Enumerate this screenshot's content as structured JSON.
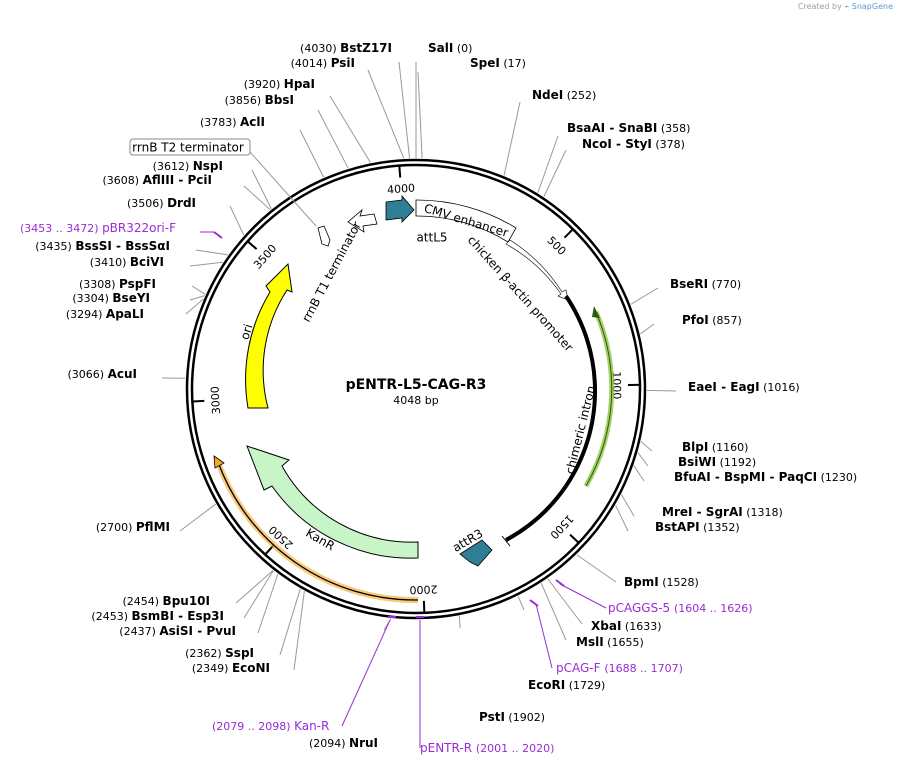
{
  "credit": {
    "prefix": "Created by",
    "brand": "SnapGene"
  },
  "plasmid": {
    "name": "pENTR-L5-CAG-R3",
    "size_label": "4048 bp",
    "length": 4048
  },
  "ticks": [
    "500",
    "1000",
    "1500",
    "2000",
    "2500",
    "3000",
    "3500",
    "4000"
  ],
  "enzymes": [
    {
      "pos": "(4030)",
      "names": [
        "BstZ17I"
      ]
    },
    {
      "pos": "(0)",
      "names": [
        "SalI"
      ]
    },
    {
      "pos": "(4014)",
      "names": [
        "PsiI"
      ]
    },
    {
      "pos": "(17)",
      "names": [
        "SpeI"
      ]
    },
    {
      "pos": "(3920)",
      "names": [
        "HpaI"
      ]
    },
    {
      "pos": "(3856)",
      "names": [
        "BbsI"
      ]
    },
    {
      "pos": "(252)",
      "names": [
        "NdeI"
      ]
    },
    {
      "pos": "(3783)",
      "names": [
        "AclI"
      ]
    },
    {
      "pos": "(358)",
      "names": [
        "BsaAI",
        "SnaBI"
      ]
    },
    {
      "pos": "(378)",
      "names": [
        "NcoI",
        "StyI"
      ]
    },
    {
      "pos": "(3612)",
      "names": [
        "NspI"
      ]
    },
    {
      "pos": "(3608)",
      "names": [
        "AflIII",
        "PciI"
      ]
    },
    {
      "pos": "(3506)",
      "names": [
        "DrdI"
      ]
    },
    {
      "pos": "(3435)",
      "names": [
        "BssSI",
        "BssSαI"
      ]
    },
    {
      "pos": "(3410)",
      "names": [
        "BciVI"
      ]
    },
    {
      "pos": "(3308)",
      "names": [
        "PspFI"
      ]
    },
    {
      "pos": "(3304)",
      "names": [
        "BseYI"
      ]
    },
    {
      "pos": "(3294)",
      "names": [
        "ApaLI"
      ]
    },
    {
      "pos": "(770)",
      "names": [
        "BseRI"
      ]
    },
    {
      "pos": "(857)",
      "names": [
        "PfoI"
      ]
    },
    {
      "pos": "(3066)",
      "names": [
        "AcuI"
      ]
    },
    {
      "pos": "(1016)",
      "names": [
        "EaeI",
        "EagI"
      ]
    },
    {
      "pos": "(1160)",
      "names": [
        "BlpI"
      ]
    },
    {
      "pos": "(1192)",
      "names": [
        "BsiWI"
      ]
    },
    {
      "pos": "(1230)",
      "names": [
        "BfuAI",
        "BspMI",
        "PaqCI"
      ]
    },
    {
      "pos": "(1318)",
      "names": [
        "MreI",
        "SgrAI"
      ]
    },
    {
      "pos": "(1352)",
      "names": [
        "BstAPI"
      ]
    },
    {
      "pos": "(2700)",
      "names": [
        "PflMI"
      ]
    },
    {
      "pos": "(1528)",
      "names": [
        "BpmI"
      ]
    },
    {
      "pos": "(2454)",
      "names": [
        "Bpu10I"
      ]
    },
    {
      "pos": "(2453)",
      "names": [
        "BsmBI",
        "Esp3I"
      ]
    },
    {
      "pos": "(2437)",
      "names": [
        "AsiSI",
        "PvuI"
      ]
    },
    {
      "pos": "(1633)",
      "names": [
        "XbaI"
      ]
    },
    {
      "pos": "(1655)",
      "names": [
        "MslI"
      ]
    },
    {
      "pos": "(2362)",
      "names": [
        "SspI"
      ]
    },
    {
      "pos": "(2349)",
      "names": [
        "EcoNI"
      ]
    },
    {
      "pos": "(1729)",
      "names": [
        "EcoRI"
      ]
    },
    {
      "pos": "(1902)",
      "names": [
        "PstI"
      ]
    },
    {
      "pos": "(2094)",
      "names": [
        "NruI"
      ]
    }
  ],
  "primers": [
    {
      "name": "pBR322ori-F",
      "range": "(3453 .. 3472)"
    },
    {
      "name": "pCAGGS-5",
      "range": "(1604 .. 1626)"
    },
    {
      "name": "pCAG-F",
      "range": "(1688 .. 1707)"
    },
    {
      "name": "Kan-R",
      "range": "(2079 .. 2098)"
    },
    {
      "name": "pENTR-R",
      "range": "(2001 .. 2020)"
    }
  ],
  "features": [
    {
      "name": "rrnB T2 terminator"
    },
    {
      "name": "rrnB T1 terminator"
    },
    {
      "name": "attL5"
    },
    {
      "name": "CMV enhancer"
    },
    {
      "name": "chicken β-actin promoter"
    },
    {
      "name": "chimeric intron"
    },
    {
      "name": "attR3"
    },
    {
      "name": "KanR"
    },
    {
      "name": "ori"
    }
  ],
  "colors": {
    "attL": "#2e7f95",
    "ori": "#ffff00",
    "kanr": "#c8f5c8",
    "origin_primer_track": "#f5a623",
    "intron_track": "#8dc63f",
    "primer": "#9a2bd6",
    "backbone": "#000000"
  }
}
